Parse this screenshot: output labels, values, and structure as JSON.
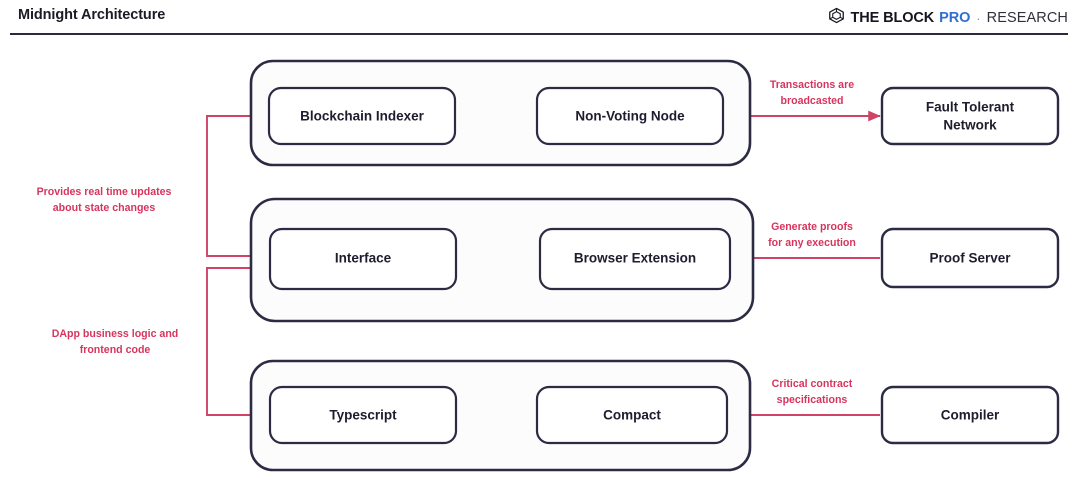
{
  "header": {
    "title": "Midnight Architecture",
    "brand": {
      "icon": "hexagon-cube-icon",
      "the_block": "THE BLOCK",
      "pro": "PRO",
      "separator": "·",
      "research": "RESEARCH"
    }
  },
  "colors": {
    "accent_pink": "#d6355e",
    "connector_pink": "#cf4466",
    "node_navy": "#2b2b43",
    "brand_blue": "#2f6fd0",
    "background": "#ffffff"
  },
  "diagram": {
    "type": "architecture-block-diagram",
    "groups": [
      {
        "id": "group-node-layer",
        "nodes": [
          {
            "id": "blockchain-indexer",
            "label": "Blockchain Indexer"
          },
          {
            "id": "non-voting-node",
            "label": "Non-Voting Node"
          }
        ]
      },
      {
        "id": "group-app-layer",
        "nodes": [
          {
            "id": "interface",
            "label": "Interface"
          },
          {
            "id": "browser-extension",
            "label": "Browser Extension"
          }
        ]
      },
      {
        "id": "group-contract-layer",
        "nodes": [
          {
            "id": "typescript",
            "label": "Typescript"
          },
          {
            "id": "compact",
            "label": "Compact"
          }
        ]
      }
    ],
    "external_nodes": [
      {
        "id": "fault-tolerant-network",
        "label_line1": "Fault Tolerant",
        "label_line2": "Network"
      },
      {
        "id": "proof-server",
        "label_line1": "Proof Server",
        "label_line2": ""
      },
      {
        "id": "compiler",
        "label_line1": "Compiler",
        "label_line2": ""
      }
    ],
    "edge_labels": [
      {
        "id": "label-transactions-broadcasted",
        "line1": "Transactions are",
        "line2": "broadcasted"
      },
      {
        "id": "label-generate-proofs",
        "line1": "Generate proofs",
        "line2": "for any execution"
      },
      {
        "id": "label-critical-contract-specs",
        "line1": "Critical contract",
        "line2": "specifications"
      },
      {
        "id": "label-realtime-updates",
        "line1": "Provides real time updates",
        "line2": "about state changes"
      },
      {
        "id": "label-dapp-logic",
        "line1": "DApp business logic and",
        "line2": "frontend code"
      }
    ]
  }
}
